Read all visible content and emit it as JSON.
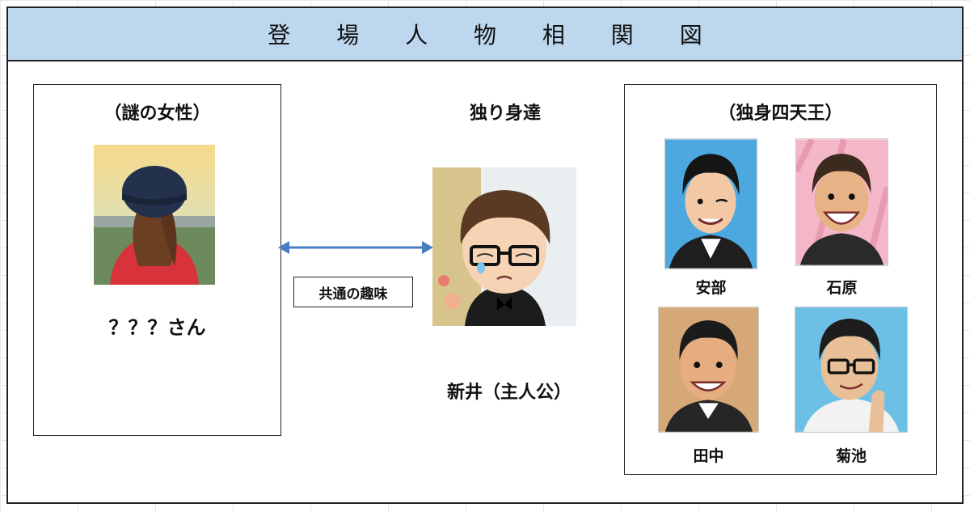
{
  "title": "登 場 人 物 相 関 図",
  "mystery": {
    "heading": "（謎の女性）",
    "name": "？？？さん"
  },
  "protagonist": {
    "heading": "独り身達",
    "name": "新井（主人公）"
  },
  "relation": {
    "label": "共通の趣味"
  },
  "group": {
    "heading": "（独身四天王）",
    "members": [
      {
        "name": "安部"
      },
      {
        "name": "石原"
      },
      {
        "name": "田中"
      },
      {
        "name": "菊池"
      }
    ]
  },
  "colors": {
    "title_bar": "#bdd7ee",
    "arrow": "#4a7cc4"
  }
}
